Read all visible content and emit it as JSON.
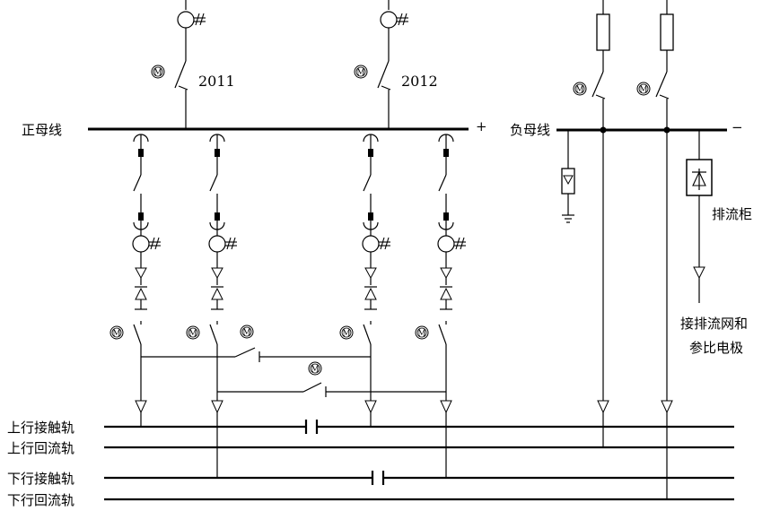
{
  "labels": {
    "positive_bus": "正母线",
    "negative_bus": "负母线",
    "plus_sign": "+",
    "minus_sign": "−",
    "drain_cabinet": "排流柜",
    "drain_net_line1": "接排流网和",
    "drain_net_line2": "参比电极",
    "up_contact_rail": "上行接触轨",
    "up_return_rail": "上行回流轨",
    "down_contact_rail": "下行接触轨",
    "down_return_rail": "下行回流轨",
    "breaker_2011": "2011",
    "breaker_2012": "2012",
    "motor_symbol": "M",
    "ct_symbol": "#"
  }
}
